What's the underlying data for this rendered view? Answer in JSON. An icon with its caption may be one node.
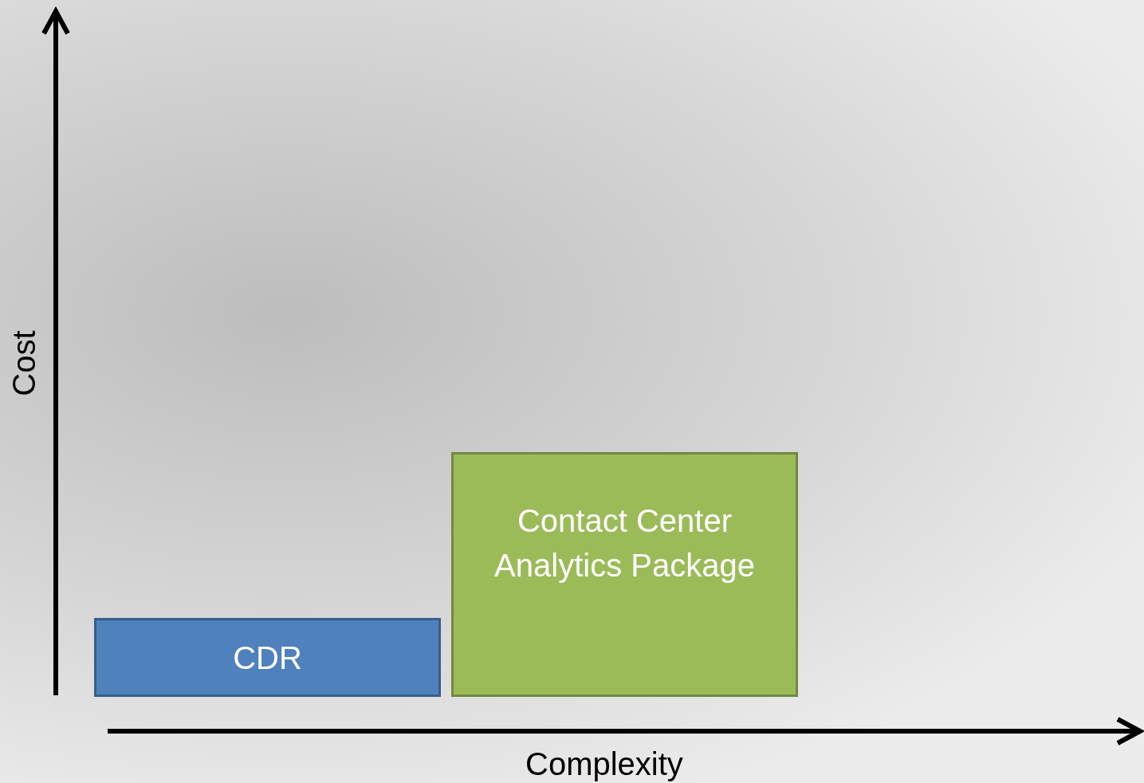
{
  "diagram": {
    "nodes": [
      {
        "text": [
          "CDR"
        ]
      },
      {
        "text": [
          "Contact Center Analytics Package"
        ]
      }
    ],
    "labels": [
      "Cost",
      "Complexity"
    ]
  }
}
